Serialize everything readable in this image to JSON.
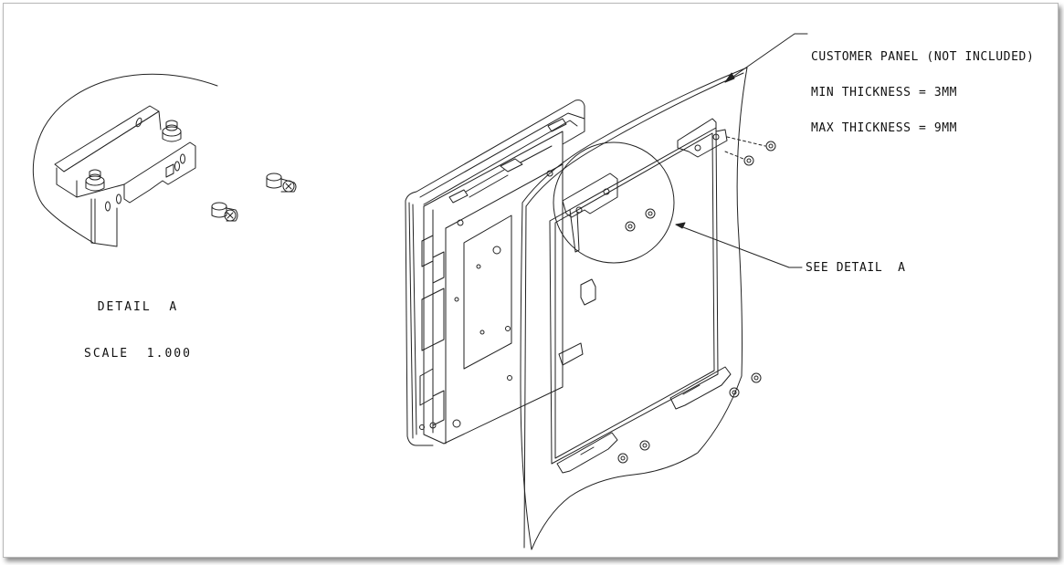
{
  "callouts": {
    "customer_panel": {
      "line1": "CUSTOMER PANEL (NOT INCLUDED)",
      "line2": "MIN THICKNESS = 3MM",
      "line3": "MAX THICKNESS = 9MM"
    },
    "see_detail": "SEE DETAIL  A"
  },
  "detail": {
    "title": "DETAIL  A",
    "scale": "SCALE  1.000"
  },
  "colors": {
    "line": "#222222",
    "frame_shadow": "#555555"
  },
  "icons": [
    "mounting-screw-icon",
    "mounting-bracket-icon",
    "leader-arrow-icon"
  ]
}
